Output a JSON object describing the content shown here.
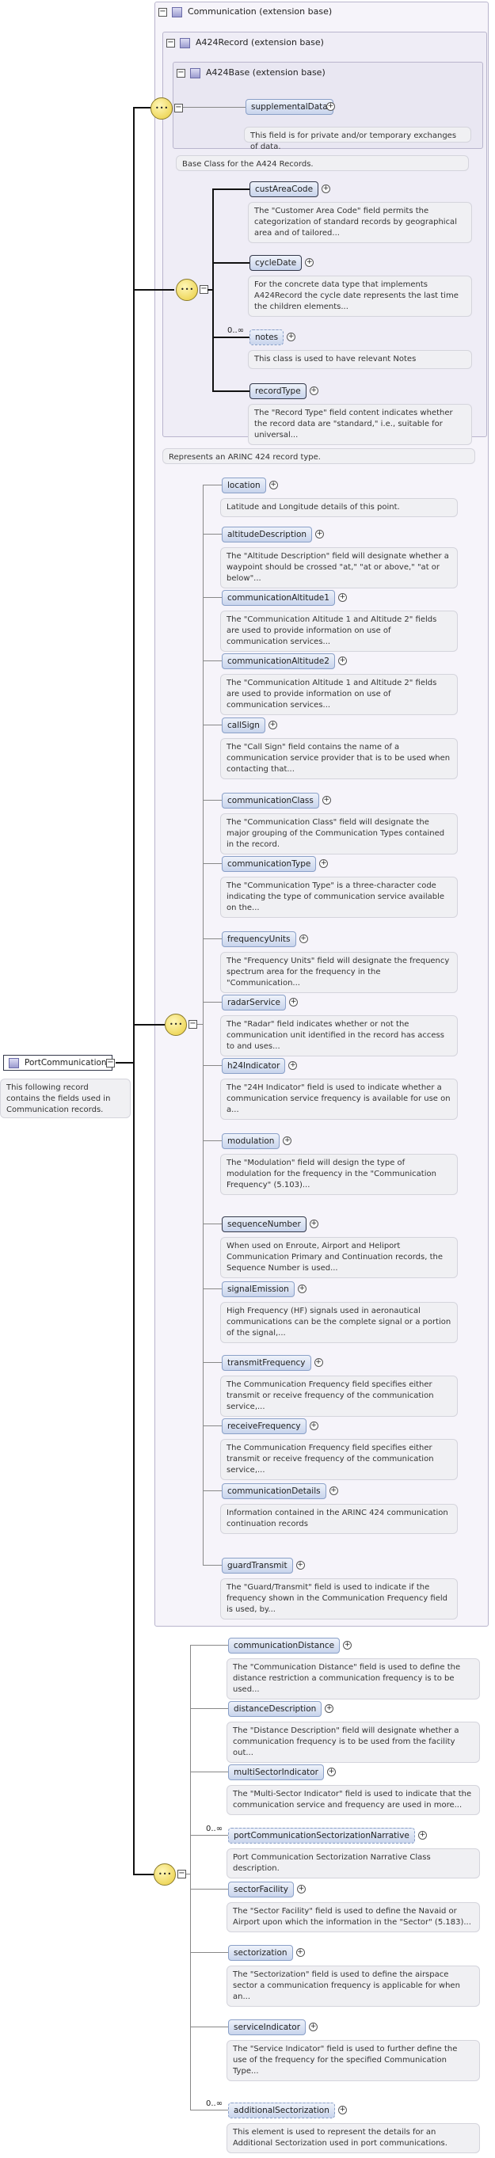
{
  "root": {
    "label": "PortCommunication",
    "doc": "This following record contains the fields used in Communication records."
  },
  "ext1": {
    "title": "Communication (extension base)",
    "doc": "Represents an ARINC 424 record type."
  },
  "ext2": {
    "title": "A424Record (extension base)",
    "doc": "Base Class for the A424 Records."
  },
  "ext3": {
    "title": "A424Base (extension base)"
  },
  "supplementalData": {
    "label": "supplementalData",
    "doc": "This field is for private and/or temporary exchanges of data."
  },
  "recordElements": [
    {
      "label": "custAreaCode",
      "doc": "The \"Customer Area Code\" field permits the categorization of standard records by geographical area and of tailored..."
    },
    {
      "label": "cycleDate",
      "doc": "For the concrete data type that implements A424Record the cycle date represents the last time the children elements..."
    },
    {
      "label": "notes",
      "occ": "0..∞",
      "doc": "This class is used to have relevant Notes"
    },
    {
      "label": "recordType",
      "doc": "The \"Record Type\" field content indicates whether the record data are \"standard,\" i.e., suitable for universal..."
    }
  ],
  "commElements": [
    {
      "label": "location",
      "doc": "Latitude and Longitude details of this point."
    },
    {
      "label": "altitudeDescription",
      "doc": "The \"Altitude Description\" field will designate whether a waypoint should be crossed \"at,\" \"at or above,\" \"at or below\"..."
    },
    {
      "label": "communicationAltitude1",
      "doc": "The \"Communication Altitude 1 and Altitude 2\" fields are used to provide information on use of communication services..."
    },
    {
      "label": "communicationAltitude2",
      "doc": "The \"Communication Altitude 1 and Altitude 2\" fields are used to provide information on use of communication services..."
    },
    {
      "label": "callSign",
      "doc": "The \"Call Sign\" field contains the name of a communication service provider that is to be used when contacting that..."
    },
    {
      "label": "communicationClass",
      "doc": "The \"Communication Class\" field will designate the major grouping of the Communication Types contained in the record."
    },
    {
      "label": "communicationType",
      "doc": "The \"Communication Type\" is a three-character code indicating the type of communication service available on the..."
    },
    {
      "label": "frequencyUnits",
      "doc": "The \"Frequency Units\" field will designate the frequency spectrum area for the frequency in the \"Communication..."
    },
    {
      "label": "radarService",
      "doc": "The \"Radar\" field indicates whether or not the communication unit identified in the record has access to and uses..."
    },
    {
      "label": "h24Indicator",
      "doc": "The \"24H Indicator\" field is used to indicate whether a communication service frequency is available for use on a..."
    },
    {
      "label": "modulation",
      "doc": "The \"Modulation\" field will design the type of modulation for the frequency in the \"Communication Frequency\" (5.103)..."
    },
    {
      "label": "sequenceNumber",
      "doc": "When used on Enroute, Airport and Heliport Communication Primary and Continuation records, the Sequence Number is used..."
    },
    {
      "label": "signalEmission",
      "doc": "High Frequency (HF) signals used in aeronautical communications can be the complete signal or a portion of the signal,..."
    },
    {
      "label": "transmitFrequency",
      "doc": "The Communication Frequency field specifies either transmit or receive frequency of the communication service,..."
    },
    {
      "label": "receiveFrequency",
      "doc": "The Communication Frequency field specifies either transmit or receive frequency of the communication service,..."
    },
    {
      "label": "communicationDetails",
      "doc": "Information contained in the ARINC 424 communication continuation records"
    },
    {
      "label": "guardTransmit",
      "doc": "The \"Guard/Transmit\" field is used to indicate if the frequency shown in the Communication Frequency field is used, by..."
    }
  ],
  "portElements": [
    {
      "label": "communicationDistance",
      "doc": "The \"Communication Distance\" field is used to define the distance restriction a communication frequency is to be used..."
    },
    {
      "label": "distanceDescription",
      "doc": "The \"Distance Description\" field will designate whether a communication frequency is to be used from the facility out..."
    },
    {
      "label": "multiSectorIndicator",
      "doc": "The \"Multi-Sector Indicator\" field is used to indicate that the communication service and frequency are used in more..."
    },
    {
      "label": "portCommunicationSectorizationNarrative",
      "occ": "0..∞",
      "doc": "Port Communication Sectorization Narrative Class description."
    },
    {
      "label": "sectorFacility",
      "doc": "The \"Sector Facility\" field is used to define the Navaid or Airport upon which the information in the \"Sector\" (5.183)..."
    },
    {
      "label": "sectorization",
      "doc": "The \"Sectorization\" field is used to define the airspace sector a communication frequency is applicable for when an..."
    },
    {
      "label": "serviceIndicator",
      "doc": "The \"Service Indicator\" field is used to further define the use of the frequency for the specified Communication Type..."
    },
    {
      "label": "additionalSectorization",
      "occ": "0..∞",
      "doc": "This element is used to represent the details for an Additional Sectorization used in port communications."
    }
  ],
  "colors": {
    "frame": "#b9b5cd",
    "frameFill": "#f3f1f8",
    "element": "#c8d4ec",
    "doc": "#f0f0f3",
    "compositor": "#e9cc3c"
  }
}
